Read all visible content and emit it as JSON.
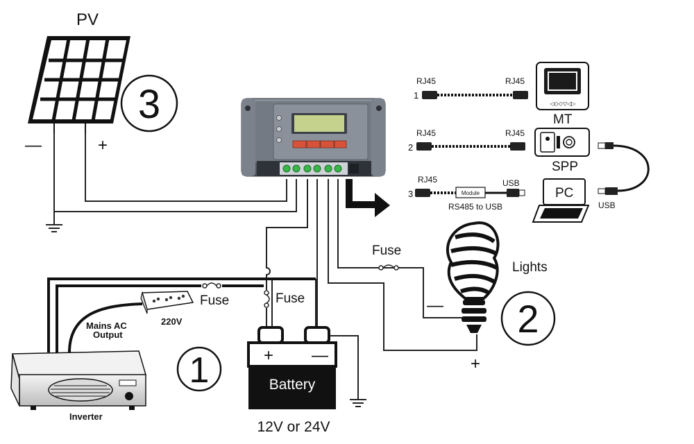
{
  "pv": {
    "title": "PV",
    "minus": "—",
    "plus": "+",
    "number": "3"
  },
  "lights": {
    "title": "Lights",
    "minus": "—",
    "plus": "+",
    "number": "2"
  },
  "battery": {
    "title": "Battery",
    "plus": "+",
    "minus": "—",
    "voltage": "12V or 24V",
    "number": "1"
  },
  "fuses": {
    "lights": "Fuse",
    "battery": "Fuse",
    "inverter": "Fuse"
  },
  "inverter": {
    "title": "Inverter",
    "mains_label_line1": "Mains AC",
    "mains_label_line2": "Output",
    "outlet_voltage": "220V"
  },
  "comms": {
    "cable1": {
      "number": "1",
      "left": "RJ45",
      "right": "RJ45"
    },
    "cable2": {
      "number": "2",
      "left": "RJ45",
      "right": "RJ45"
    },
    "cable3": {
      "number": "3",
      "left": "RJ45",
      "right": "USB",
      "module": "Module",
      "caption": "RS485 to USB"
    },
    "mt": "MT",
    "spp": "SPP",
    "pc": "PC",
    "usb": "USB"
  },
  "colors": {
    "controller_body": "#6e7580",
    "controller_lcd": "#c4d28e",
    "controller_buttons": "#d6533a",
    "terminal_green": "#39b54a"
  }
}
